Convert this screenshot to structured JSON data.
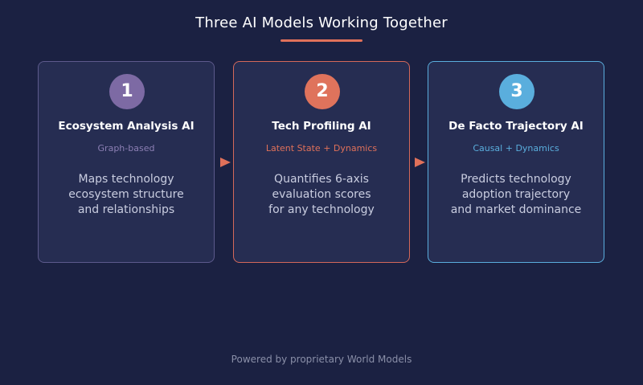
{
  "title": "Three AI Models Working Together",
  "accent_color": "#e0715a",
  "cards": [
    {
      "number": "1",
      "title": "Ecosystem Analysis AI",
      "subtitle": "Graph-based",
      "description": [
        "Maps technology",
        "ecosystem structure",
        "and relationships"
      ],
      "color": "#7d6aa4"
    },
    {
      "number": "2",
      "title": "Tech Profiling AI",
      "subtitle": "Latent State + Dynamics",
      "description": [
        "Quantifies 6-axis",
        "evaluation scores",
        "for any technology"
      ],
      "color": "#df735c"
    },
    {
      "number": "3",
      "title": "De Facto Trajectory AI",
      "subtitle": "Causal + Dynamics",
      "description": [
        "Predicts technology",
        "adoption trajectory",
        "and market dominance"
      ],
      "color": "#5aaedd"
    }
  ],
  "footer": "Powered by proprietary World Models"
}
